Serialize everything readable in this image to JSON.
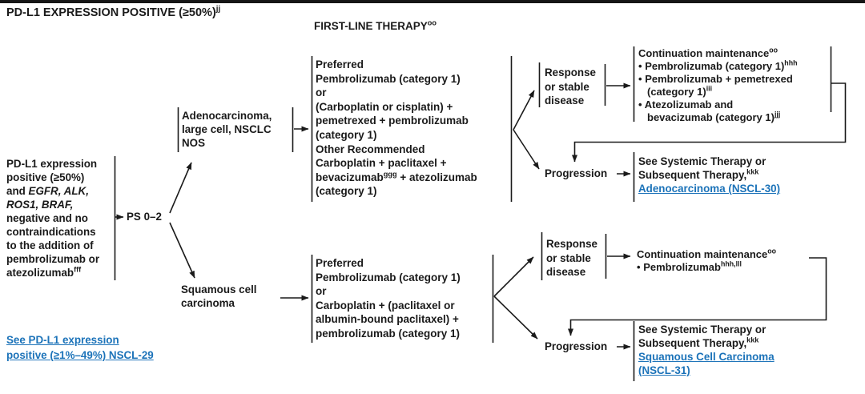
{
  "header": {
    "title": "PD-L1 EXPRESSION POSITIVE (≥50%)",
    "title_sup": "jj",
    "first_line_label": "FIRST-LINE THERAPY",
    "first_line_sup": "oo"
  },
  "colors": {
    "text": "#1a1a1a",
    "link_blue": "#1c73b9",
    "line": "#1a1a1a",
    "top_rule": "#161616"
  },
  "left_criteria": {
    "l1": "PD-L1 expression",
    "l2": "positive (≥50%)",
    "l3_plain": "and ",
    "l3_italic": "EGFR, ALK,",
    "l4_italic": "ROS1, BRAF,",
    "l5": "negative and no",
    "l6": "contraindications",
    "l7": "to the addition of",
    "l8": "pembrolizumab or",
    "l9": "atezolizumab",
    "l9_sup": "fff"
  },
  "ps_node": {
    "label": "PS 0–2"
  },
  "histology": {
    "adeno_l1": "Adenocarcinoma,",
    "adeno_l2": "large cell, NSCLC",
    "adeno_l3": "NOS",
    "squamous_l1": "Squamous cell",
    "squamous_l2": "carcinoma"
  },
  "adeno_therapy": {
    "preferred_label": "Preferred",
    "l1": "Pembrolizumab (category 1)",
    "l2": "or",
    "l3": "(Carboplatin or cisplatin) +",
    "l4": "pemetrexed + pembrolizumab",
    "l5": "(category 1)",
    "other_label": "Other Recommended",
    "l6": "Carboplatin + paclitaxel +",
    "l7_text": "bevacizumab",
    "l7_sup": "ggg",
    "l7_rest": " + atezolizumab",
    "l8": "(category 1)"
  },
  "squamous_therapy": {
    "preferred_label": "Preferred",
    "l1": "Pembrolizumab (category 1)",
    "l2": "or",
    "l3": "Carboplatin + (paclitaxel or",
    "l4": "albumin-bound paclitaxel) +",
    "l5": "pembrolizumab (category 1)"
  },
  "response_top": {
    "l1": "Response",
    "l2": "or stable",
    "l3": "disease"
  },
  "response_bottom": {
    "l1": "Response",
    "l2": "or stable",
    "l3": "disease"
  },
  "progression_top": {
    "label": "Progression"
  },
  "progression_bottom": {
    "label": "Progression"
  },
  "maintenance_top": {
    "title": "Continuation maintenance",
    "title_sup": "oo",
    "bullet": "•",
    "b1": "Pembrolizumab (category 1)",
    "b1_sup": "hhh",
    "b2_l1": "Pembrolizumab + pemetrexed",
    "b2_l2": "(category 1)",
    "b2_sup": "iii",
    "b3_l1": "Atezolizumab and",
    "b3_l2": "bevacizumab (category 1)",
    "b3_sup": "jjj"
  },
  "maintenance_bottom": {
    "title": "Continuation maintenance",
    "title_sup": "oo",
    "bullet": "•",
    "b1": "Pembrolizumab",
    "b1_sup": "hhh,lll"
  },
  "see_top": {
    "l1": "See Systemic Therapy or",
    "l2": "Subsequent Therapy,",
    "l2_sup": "kkk",
    "link_label": "Adenocarcinoma (NSCL-30)"
  },
  "see_bottom": {
    "l1": "See Systemic Therapy or",
    "l2": "Subsequent Therapy,",
    "l2_sup": "kkk",
    "link_l1": "Squamous Cell Carcinoma",
    "link_l2": "(NSCL-31)"
  },
  "see_pdl1_low_link": {
    "l1": "See PD-L1 expression",
    "l2": "positive (≥1%–49%) NSCL-29"
  }
}
